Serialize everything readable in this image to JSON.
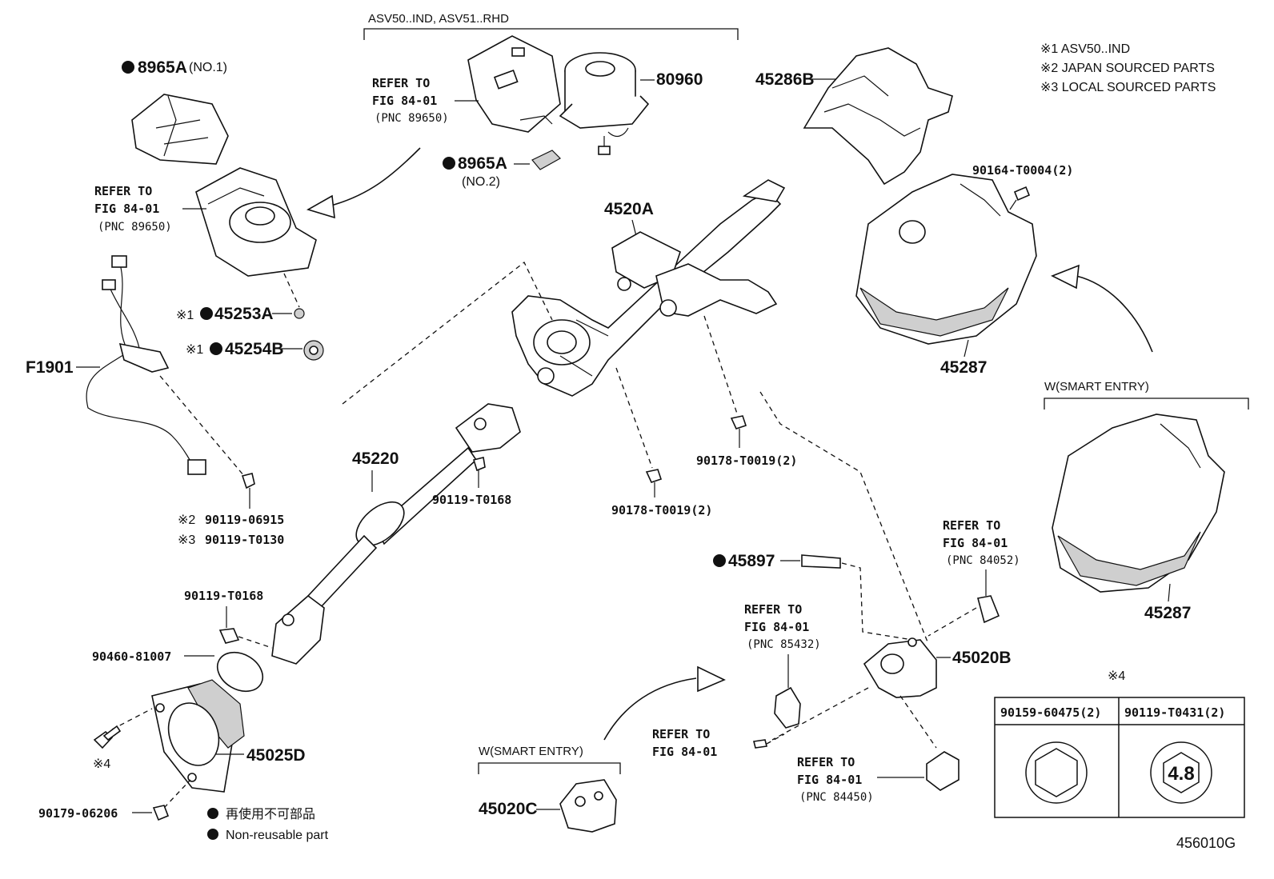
{
  "figure_id": "456010G",
  "notes": [
    "※1 ASV50..IND",
    "※2 JAPAN SOURCED PARTS",
    "※3 LOCAL SOURCED PARTS"
  ],
  "groups": {
    "asv": "ASV50..IND, ASV51..RHD",
    "smart_entry_right": "W(SMART ENTRY)",
    "smart_entry_bottom": "W(SMART ENTRY)"
  },
  "parts": {
    "p8965a_1": "8965A",
    "p8965a_1_suffix": "(NO.1)",
    "p80960": "80960",
    "p8965a_2": "8965A",
    "p8965a_2_suffix": "(NO.2)",
    "p45286b": "45286B",
    "p90164": "90164-T0004(2)",
    "p4520a": "4520A",
    "p45253a": "45253A",
    "p45254b": "45254B",
    "pf1901": "F1901",
    "p45287_a": "45287",
    "p45287_b": "45287",
    "p45220": "45220",
    "p90119_t0168_a": "90119-T0168",
    "p90178_a": "90178-T0019(2)",
    "p90178_b": "90178-T0019(2)",
    "p90119_06915": "90119-06915",
    "p90119_t0130": "90119-T0130",
    "p45897": "45897",
    "p90119_t0168_b": "90119-T0168",
    "p90460": "90460-81007",
    "p45020b": "45020B",
    "p45025d": "45025D",
    "p45020c": "45020C",
    "p90179": "90179-06206"
  },
  "marks": {
    "m1a": "※1",
    "m1b": "※1",
    "m2": "※2",
    "m3": "※3",
    "m4a": "※4",
    "m4b": "※4"
  },
  "refs": {
    "r1": {
      "l1": "REFER TO",
      "l2": "FIG 84-01",
      "l3": "(PNC 89650)"
    },
    "r2": {
      "l1": "REFER TO",
      "l2": "FIG 84-01",
      "l3": "(PNC 89650)"
    },
    "r3": {
      "l1": "REFER TO",
      "l2": "FIG 84-01",
      "l3": "(PNC 84052)"
    },
    "r4": {
      "l1": "REFER TO",
      "l2": "FIG 84-01",
      "l3": "(PNC 85432)"
    },
    "r5": {
      "l1": "REFER TO",
      "l2": "FIG 84-01"
    },
    "r6": {
      "l1": "REFER TO",
      "l2": "FIG 84-01",
      "l3": "(PNC 84450)"
    }
  },
  "legend": {
    "jp": "再使用不可部品",
    "en": "Non-reusable part"
  },
  "fastener_table": {
    "col1": "90159-60475(2)",
    "col2": "90119-T0431(2)",
    "bolt_grade": "4.8"
  }
}
